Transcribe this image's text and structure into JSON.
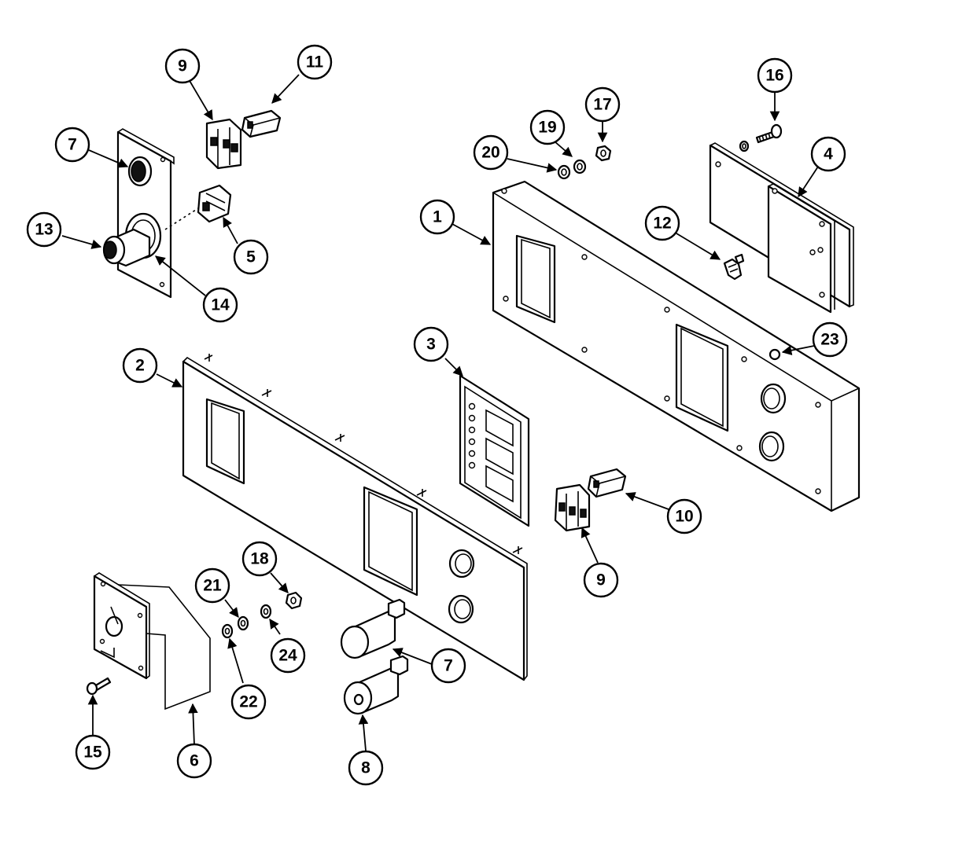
{
  "callouts": [
    {
      "id": "c9a",
      "label": "9"
    },
    {
      "id": "c11",
      "label": "11"
    },
    {
      "id": "c7a",
      "label": "7"
    },
    {
      "id": "c13",
      "label": "13"
    },
    {
      "id": "c5",
      "label": "5"
    },
    {
      "id": "c14",
      "label": "14"
    },
    {
      "id": "c20",
      "label": "20"
    },
    {
      "id": "c19",
      "label": "19"
    },
    {
      "id": "c17",
      "label": "17"
    },
    {
      "id": "c16",
      "label": "16"
    },
    {
      "id": "c4",
      "label": "4"
    },
    {
      "id": "c1",
      "label": "1"
    },
    {
      "id": "c12",
      "label": "12"
    },
    {
      "id": "c23",
      "label": "23"
    },
    {
      "id": "c2",
      "label": "2"
    },
    {
      "id": "c3",
      "label": "3"
    },
    {
      "id": "c10",
      "label": "10"
    },
    {
      "id": "c9b",
      "label": "9"
    },
    {
      "id": "c18",
      "label": "18"
    },
    {
      "id": "c21",
      "label": "21"
    },
    {
      "id": "c24",
      "label": "24"
    },
    {
      "id": "c22",
      "label": "22"
    },
    {
      "id": "c7b",
      "label": "7"
    },
    {
      "id": "c8",
      "label": "8"
    },
    {
      "id": "c15",
      "label": "15"
    },
    {
      "id": "c6",
      "label": "6"
    }
  ]
}
